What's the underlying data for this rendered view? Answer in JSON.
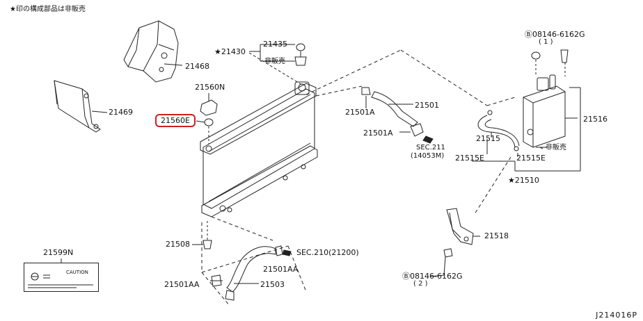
{
  "diagram": {
    "note": "★印の構成部品は非販売",
    "reference_code": "J214016P",
    "highlighted_part": "21560E",
    "caution_label": "CAUTION",
    "labels": {
      "p21468": "21468",
      "p21469": "21469",
      "p21430": "★21430",
      "p21435": "21435",
      "hihanbai_cap": "非販売",
      "p21560n": "21560N",
      "p21501a_top": "21501A",
      "p21501": "21501",
      "p21501a_mid": "21501A",
      "sec211": "SEC.211",
      "sec211_sub": "(14053M)",
      "bolt_top": "Ⓑ08146-6162G",
      "bolt_top_qty": "( 1 )",
      "p21516": "21516",
      "p21515": "21515",
      "hihanbai_tank": "非販売",
      "p21515e_left": "21515E",
      "p21515e_right": "21515E",
      "p21510": "★21510",
      "p21518": "21518",
      "bolt_bottom": "Ⓑ08146-6162G",
      "bolt_bottom_qty": "( 2 )",
      "p21508": "21508",
      "sec210": "SEC.210(21200)",
      "p21501aa_mid": "21501AA",
      "p21501aa_left": "21501AA",
      "p21503": "21503",
      "p21599n": "21599N"
    }
  }
}
